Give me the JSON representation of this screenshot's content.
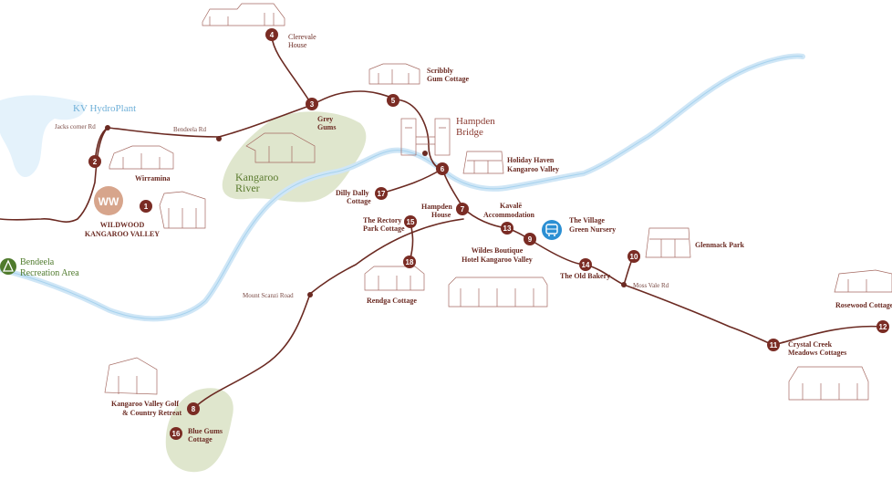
{
  "colors": {
    "road": "#6b2a22",
    "river": "#bfe0f4",
    "river_stroke": "#9dcbe9",
    "park": "#dfe6cd",
    "marker": "#7a2c24",
    "bus": "#2b8fd3",
    "park_icon": "#4f7a2c"
  },
  "places": {
    "kv_hydroplant": "KV HydroPlant",
    "kangaroo_river_1": "Kangaroo",
    "kangaroo_river_2": "River",
    "hampden_bridge_1": "Hampden",
    "hampden_bridge_2": "Bridge",
    "bendeela_1": "Bendeela",
    "bendeela_2": "Recreation Area",
    "wildwood_1": "WILDWOOD",
    "wildwood_2": "KANGAROO VALLEY",
    "wildwood_logo": "WW"
  },
  "roads": {
    "jacks_corner": "Jacks corner Rd",
    "bendeela_rd": "Bendeela Rd",
    "mount_scanzi": "Mount Scanzi Road",
    "moss_vale": "Moss Vale Rd"
  },
  "labels": {
    "clerevale_1": "Clerevale",
    "clerevale_2": "House",
    "scribbly_1": "Scribbly",
    "scribbly_2": "Gum Cottage",
    "grey_gums_1": "Grey",
    "grey_gums_2": "Gums",
    "wirramina": "Wirramina",
    "holiday_haven_1": "Holiday Haven",
    "holiday_haven_2": "Kangaroo Valley",
    "dilly_dally_1": "Dilly Dally",
    "dilly_dally_2": "Cottage",
    "hampden_house_1": "Hampden",
    "hampden_house_2": "House",
    "kavale_1": "Kavalē",
    "kavale_2": "Accommodation",
    "village_green_1": "The Village",
    "village_green_2": "Green Nursery",
    "rectory_1": "The Rectory",
    "rectory_2": "Park Cottage",
    "wildes_1": "Wildes Boutique",
    "wildes_2": "Hotel Kangaroo Valley",
    "rendga": "Rendga Cottage",
    "old_bakery": "The Old Bakery",
    "glenmack": "Glenmack Park",
    "rosewood": "Rosewood Cottage",
    "crystal_creek_1": "Crystal Creek",
    "crystal_creek_2": "Meadows Cottages",
    "golf_1": "Kangaroo Valley Golf",
    "golf_2": "& Country Retreat",
    "blue_gums_1": "Blue Gums",
    "blue_gums_2": "Cottage"
  },
  "markers": {
    "m1": "1",
    "m2": "2",
    "m3": "3",
    "m4": "4",
    "m5": "5",
    "m6": "6",
    "m7": "7",
    "m8": "8",
    "m9": "9",
    "m10": "10",
    "m11": "11",
    "m12": "12",
    "m13": "13",
    "m14": "14",
    "m15": "15",
    "m16": "16",
    "m17": "17",
    "m18": "18"
  },
  "icons": {
    "bus": "bus-icon",
    "park": "park-triangle-icon",
    "building": "building-sketch-icon",
    "bridge": "bridge-tower-icon"
  }
}
